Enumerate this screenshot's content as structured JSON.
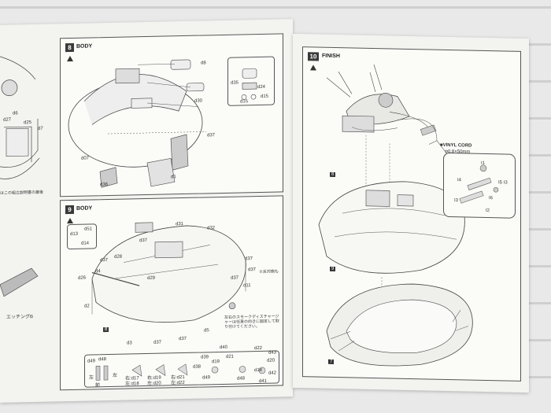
{
  "step8": {
    "number": "8",
    "title": "BODY",
    "labels": [
      "d8",
      "d35",
      "d24",
      "d30",
      "d15",
      "d15",
      "d37",
      "d07",
      "d1",
      "d36"
    ]
  },
  "step9": {
    "number": "9",
    "title": "BODY",
    "labels": [
      "d13",
      "d51",
      "d14",
      "d31",
      "d32",
      "d37",
      "d28",
      "d37",
      "d4",
      "d26",
      "d2",
      "d29",
      "d37",
      "d37",
      "d37",
      "d11",
      "d3",
      "d37",
      "d37",
      "d5",
      "8"
    ],
    "note_ref": "※反対側も",
    "note_smoke": "左右のスモークディスチャージャーは任意の向きに固定して取り付けてください。",
    "bottom_labels": [
      "d49",
      "d48",
      "左",
      "左",
      "右:d17",
      "左:d18",
      "右:d19",
      "左:d20",
      "右:d21",
      "左:d22",
      "前",
      "d40",
      "d39",
      "d19",
      "d38",
      "d21",
      "d49",
      "d48",
      "d22",
      "d43",
      "d20",
      "d41",
      "d18",
      "d42"
    ]
  },
  "step10": {
    "number": "10",
    "title": "FINISH",
    "vinyl_cord": "■VINYL CORD",
    "vinyl_size": "φ0.8×50mm",
    "labels": [
      "8",
      "I1",
      "I4",
      "I3",
      "I2",
      "I6",
      "I5 I3",
      "9",
      "7"
    ]
  },
  "left_edge": {
    "labels": [
      "d27",
      "d6",
      "d25",
      "d7",
      "エッチングB"
    ],
    "note": "はこの組立説明書の最後"
  }
}
